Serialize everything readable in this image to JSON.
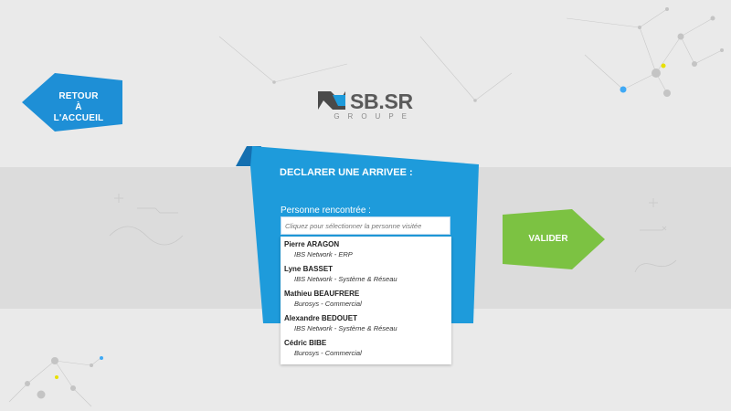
{
  "back_button": {
    "label_line1": "RETOUR",
    "label_line2": "À L'ACCUEIL",
    "color": "#1e8fd6"
  },
  "logo": {
    "name": "SB.SR",
    "subtitle": "GROUPE"
  },
  "form": {
    "title": "DECLARER UNE ARRIVEE :",
    "field_label": "Personne rencontrée :",
    "search_placeholder": "Cliquez pour sélectionner la personne visitée",
    "panel_color": "#1e9bdb"
  },
  "dropdown": {
    "options": [
      {
        "name": "Pierre ARAGON",
        "detail": "IBS Network - ERP"
      },
      {
        "name": "Lyne BASSET",
        "detail": "IBS Network - Système & Réseau"
      },
      {
        "name": "Mathieu BEAUFRERE",
        "detail": "Burosys - Commercial"
      },
      {
        "name": "Alexandre BEDOUET",
        "detail": "IBS Network - Système & Réseau"
      },
      {
        "name": "Cédric BIBE",
        "detail": "Burosys - Commercial"
      }
    ]
  },
  "validate_button": {
    "label": "VALIDER",
    "color": "#7cc242"
  }
}
